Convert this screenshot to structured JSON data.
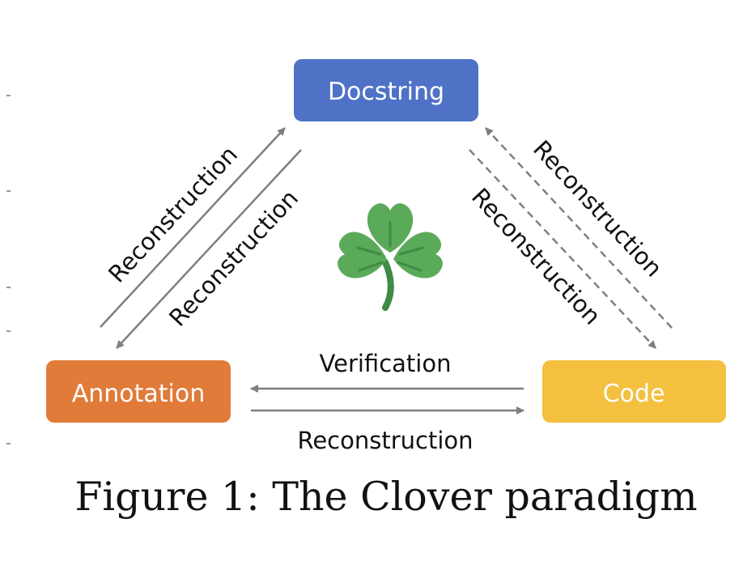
{
  "nodes": {
    "docstring": {
      "label": "Docstring",
      "color": "#4f72c6"
    },
    "annotation": {
      "label": "Annotation",
      "color": "#e07b39"
    },
    "code": {
      "label": "Code",
      "color": "#f3c13f"
    }
  },
  "edges": {
    "docstring_to_annotation_outer": "Reconstruction",
    "docstring_to_annotation_inner": "Reconstruction",
    "docstring_to_code_outer": "Reconstruction",
    "docstring_to_code_inner": "Reconstruction",
    "code_to_annotation": "Verification",
    "annotation_to_code": "Reconstruction"
  },
  "caption": "Figure 1: The Clover paradigm",
  "colors": {
    "arrow": "#7f7f7f",
    "clover": "#5aaa5a",
    "clover_dark": "#3f8a46"
  },
  "icons": {
    "center": "shamrock-icon"
  }
}
